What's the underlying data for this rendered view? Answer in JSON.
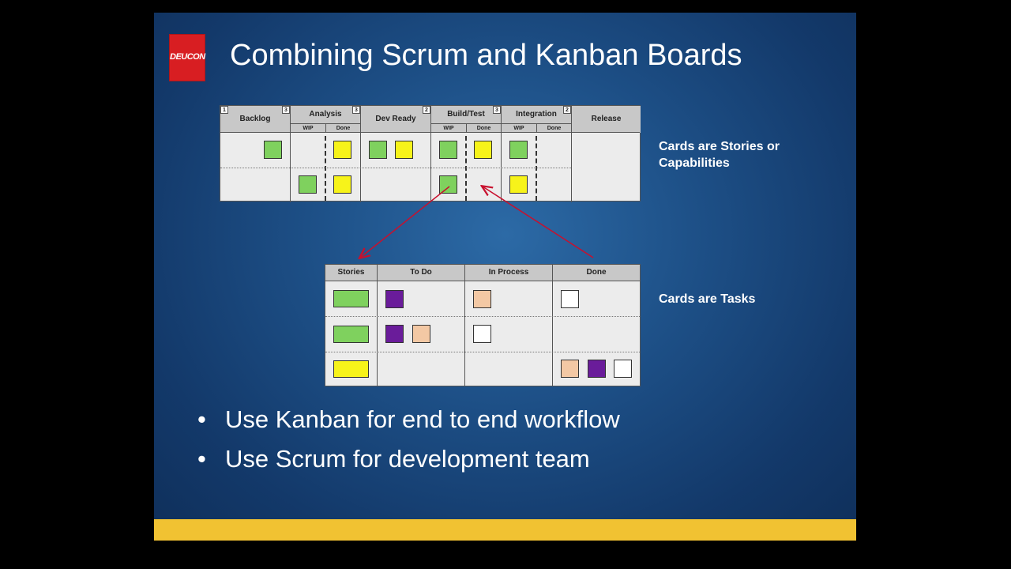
{
  "logo_text": "DEUCON",
  "title": "Combining Scrum and Kanban Boards",
  "kanban": {
    "columns": {
      "backlog": {
        "label": "Backlog",
        "limit_left": "1",
        "limit_right": "3"
      },
      "analysis": {
        "label": "Analysis",
        "limit": "3",
        "wip": "WIP",
        "done": "Done"
      },
      "devready": {
        "label": "Dev Ready",
        "limit": "2"
      },
      "buildtest": {
        "label": "Build/Test",
        "limit": "3",
        "wip": "WIP",
        "done": "Done"
      },
      "integration": {
        "label": "Integration",
        "limit": "2",
        "wip": "WIP",
        "done": "Done"
      },
      "release": {
        "label": "Release"
      }
    }
  },
  "kanban_note": {
    "line1": "Cards are Stories or",
    "line2": "Capabilities"
  },
  "scrum": {
    "columns": {
      "stories": "Stories",
      "todo": "To Do",
      "inprocess": "In Process",
      "done": "Done"
    }
  },
  "scrum_note": "Cards are Tasks",
  "bullets": {
    "b1": "Use Kanban for end to end workflow",
    "b2": "Use Scrum for development team",
    "marker": "•"
  },
  "colors": {
    "story_green": "#7fd15e",
    "story_yellow": "#f7f31a",
    "task_purple": "#6a1c9a",
    "task_salmon": "#f3c8a4",
    "task_white": "#ffffff",
    "arrow_red": "#c8102e",
    "footer_bar": "#f1c232"
  }
}
